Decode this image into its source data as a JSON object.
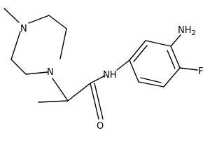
{
  "molecule": {
    "atoms": {
      "n_piperazine_top": "N",
      "n_piperazine_bottom": "N",
      "n_amide": "NH",
      "o_carbonyl": "O",
      "nh2": "NH",
      "nh2_subscript": "2",
      "fluorine": "F"
    },
    "colors": {
      "line": "#000000",
      "background": "#ffffff"
    }
  }
}
